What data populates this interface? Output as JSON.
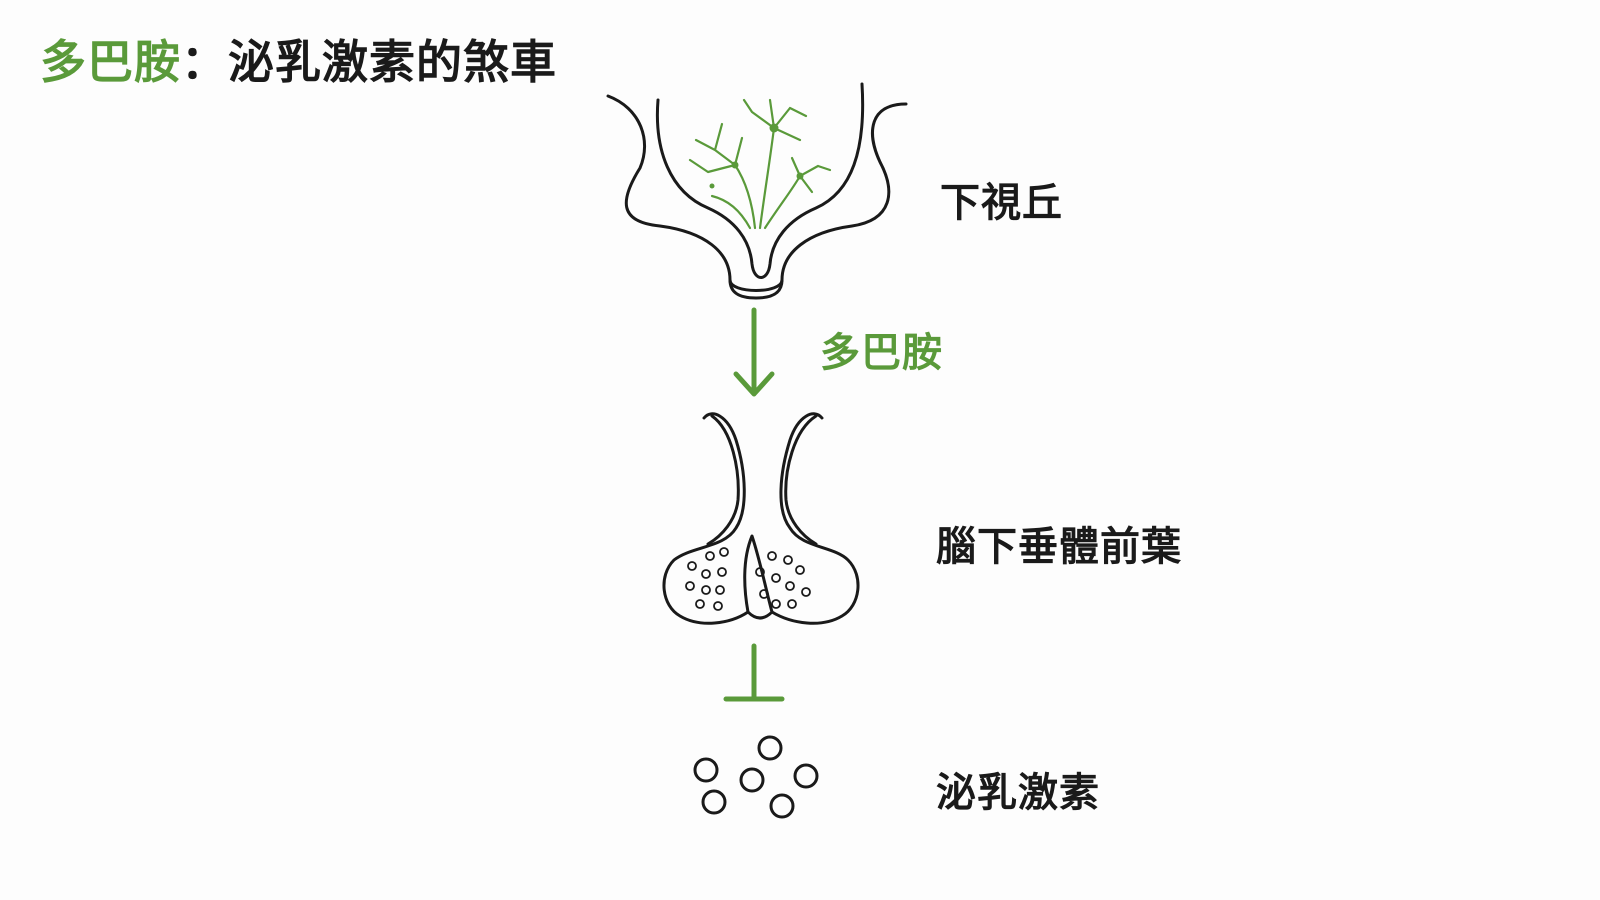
{
  "title": {
    "highlight": "多巴胺",
    "separator": "：",
    "rest": "泌乳激素的煞車"
  },
  "labels": {
    "hypothalamus": "下視丘",
    "dopamine": "多巴胺",
    "pituitary": "腦下垂體前葉",
    "prolactin": "泌乳激素"
  },
  "colors": {
    "accent": "#5a9a3a",
    "ink": "#1a1a1a",
    "background": "#fdfdfd"
  }
}
